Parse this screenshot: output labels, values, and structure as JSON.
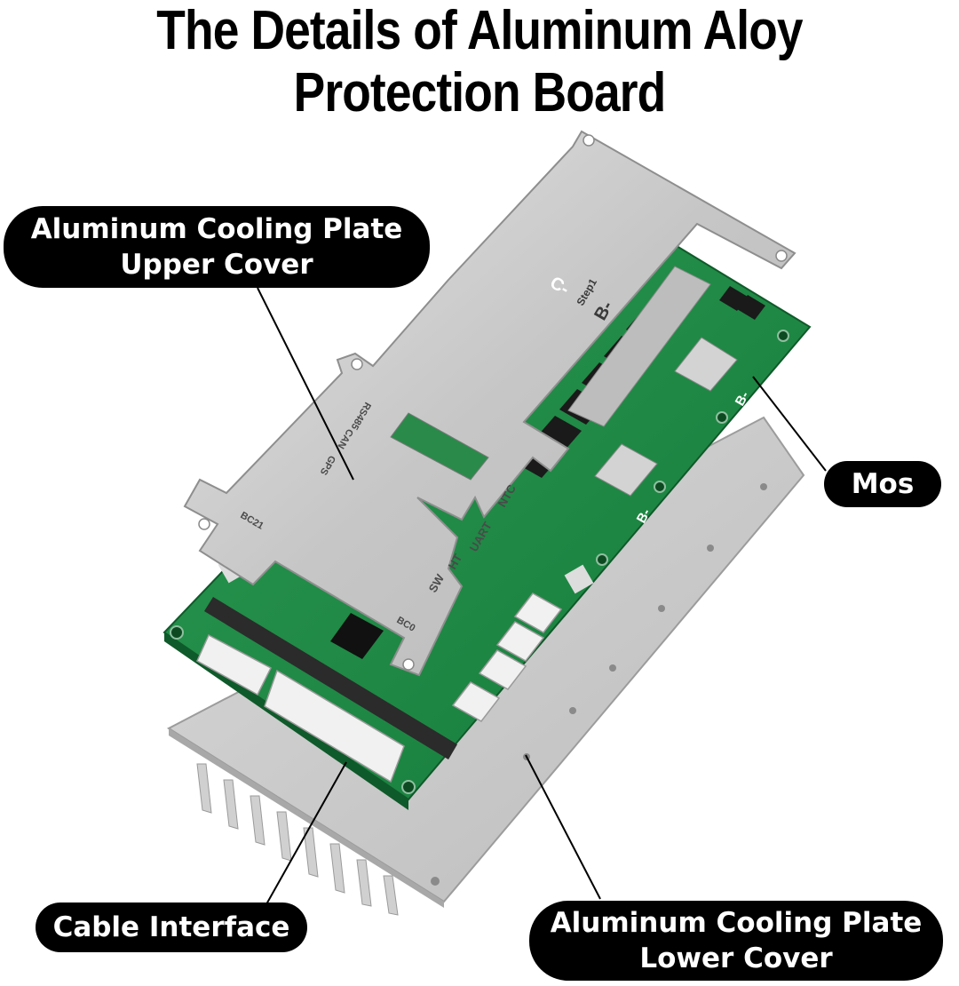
{
  "title": {
    "line1": "The Details of Aluminum Aloy",
    "line2": "Protection Board"
  },
  "callouts": {
    "upper_cover": {
      "line1": "Aluminum Cooling Plate",
      "line2": "Upper Cover"
    },
    "mos": {
      "label": "Mos"
    },
    "cable_interface": {
      "label": "Cable Interface"
    },
    "lower_cover": {
      "line1": "Aluminum Cooling Plate",
      "line2": "Lower Cover"
    }
  },
  "board_markings": {
    "c_minus": "C-",
    "b_minus": "B-",
    "step": "Step1",
    "uart": "UART",
    "ht": "HT",
    "sw": "SW",
    "ntc": "NTC",
    "bc0": "BC0",
    "bc21": "BC21",
    "rs485": "RS485",
    "can": "CAN",
    "gps": "GPS"
  },
  "colors": {
    "pcb_green": "#1f8a45",
    "aluminum": "#c9c9c9",
    "callout_bg": "#000000",
    "callout_text": "#ffffff"
  }
}
